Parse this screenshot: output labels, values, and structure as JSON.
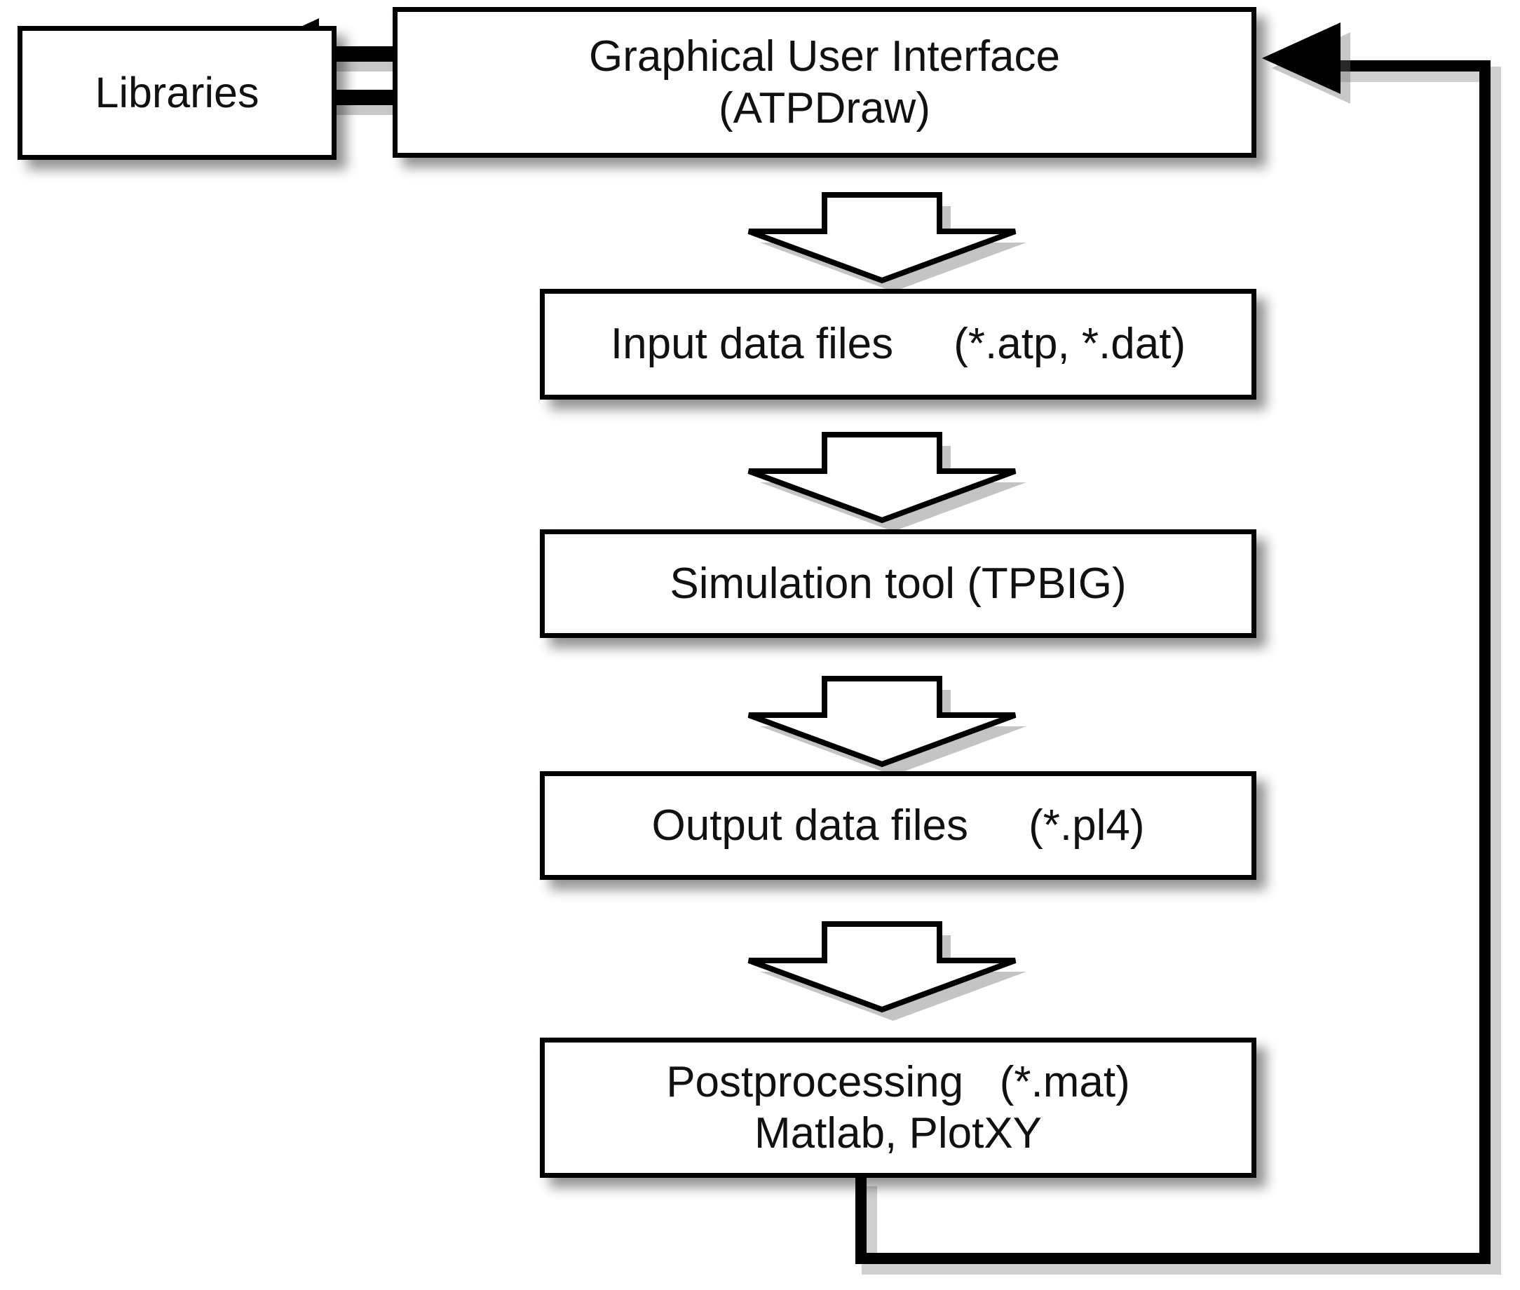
{
  "diagram": {
    "title_semantic": "ATP-EMTP simulation workflow flowchart",
    "background_color": "#ffffff",
    "stroke_color": "#000000",
    "shadow_color": "#6b6b6b"
  },
  "nodes": {
    "libraries": {
      "label": "Libraries"
    },
    "gui": {
      "line1": "Graphical User Interface",
      "line2": "(ATPDraw)"
    },
    "input_files": {
      "label": "Input data files     (*.atp, *.dat)"
    },
    "simulation": {
      "label": "Simulation tool (TPBIG)"
    },
    "output_files": {
      "label": "Output data files     (*.pl4)"
    },
    "postprocessing": {
      "line1": "Postprocessing   (*.mat)",
      "line2": "Matlab, PlotXY"
    }
  },
  "connectors": [
    {
      "name": "gui-to-libraries",
      "from": "gui",
      "to": "libraries",
      "style": "line-arrow",
      "direction": "left"
    },
    {
      "name": "libraries-to-gui",
      "from": "libraries",
      "to": "gui",
      "style": "line-arrow",
      "direction": "right"
    },
    {
      "name": "gui-to-input",
      "from": "gui",
      "to": "input_files",
      "style": "block-arrow",
      "direction": "down"
    },
    {
      "name": "input-to-simulation",
      "from": "input_files",
      "to": "simulation",
      "style": "block-arrow",
      "direction": "down"
    },
    {
      "name": "simulation-to-output",
      "from": "simulation",
      "to": "output_files",
      "style": "block-arrow",
      "direction": "down"
    },
    {
      "name": "output-to-postprocessing",
      "from": "output_files",
      "to": "postprocessing",
      "style": "block-arrow",
      "direction": "down"
    },
    {
      "name": "postprocessing-to-gui-feedback",
      "from": "postprocessing",
      "to": "gui",
      "style": "line-arrow",
      "direction": "left"
    }
  ]
}
